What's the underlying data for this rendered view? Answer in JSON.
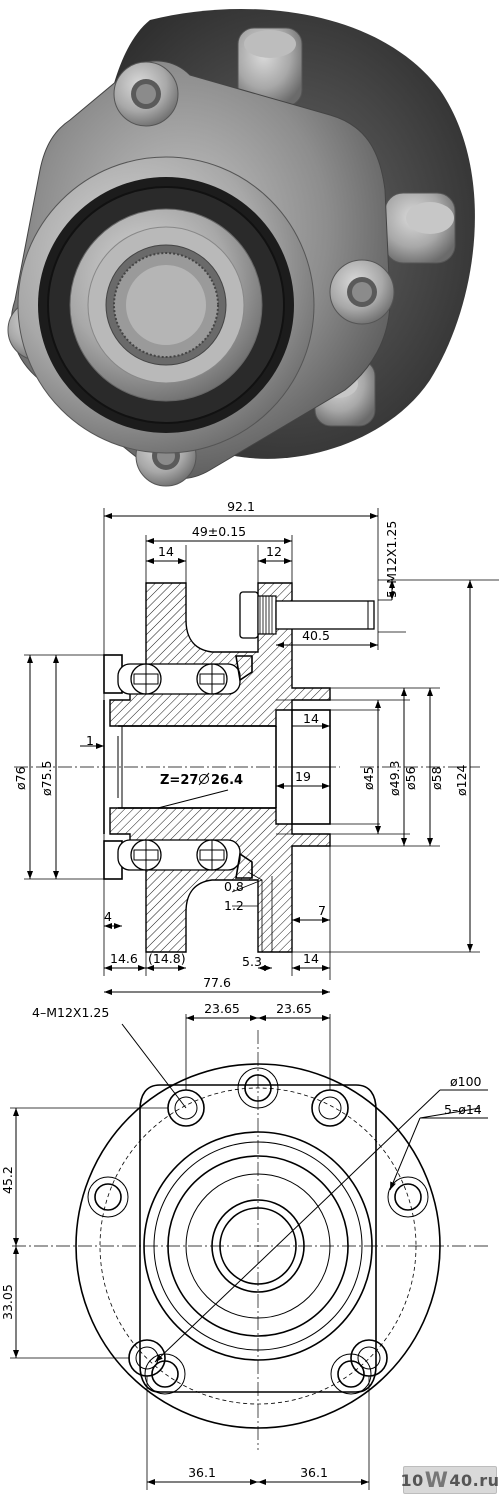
{
  "photo": {
    "subject": "wheel-hub-bearing-assembly"
  },
  "side_view": {
    "dims": {
      "overall_flange": "92.1",
      "bolt_offset": "49±0.15",
      "flange_left": "14",
      "flange_right": "12",
      "thread": "5–M12X1.25",
      "stud_length": "40.5",
      "d76": "ø76",
      "d75_5": "ø75.5",
      "one": "1",
      "spline": "Z=27",
      "spline_dia": "26.4",
      "d45": "ø45",
      "d49_3": "ø49.3",
      "d56": "ø56",
      "d58": "ø58",
      "d124": "ø124",
      "pilot_14": "14",
      "pilot_19": "19",
      "d0_8": "0.8",
      "d1_2": "1.2",
      "d7": "7",
      "d4": "4",
      "d14_6": "14.6",
      "d14_8": "(14.8)",
      "d5_3": "5.3",
      "d14b": "14",
      "overall_length": "77.6"
    }
  },
  "front_view": {
    "dims": {
      "thread": "4–M12X1.25",
      "h_left": "23.65",
      "h_right": "23.65",
      "pcd": "ø100",
      "holes": "5–ø14",
      "v_top": "45.2",
      "v_bottom": "33.05",
      "b_left": "36.1",
      "b_right": "36.1"
    }
  },
  "watermark": {
    "a": "10",
    "b": "W",
    "c": "40.ru"
  }
}
